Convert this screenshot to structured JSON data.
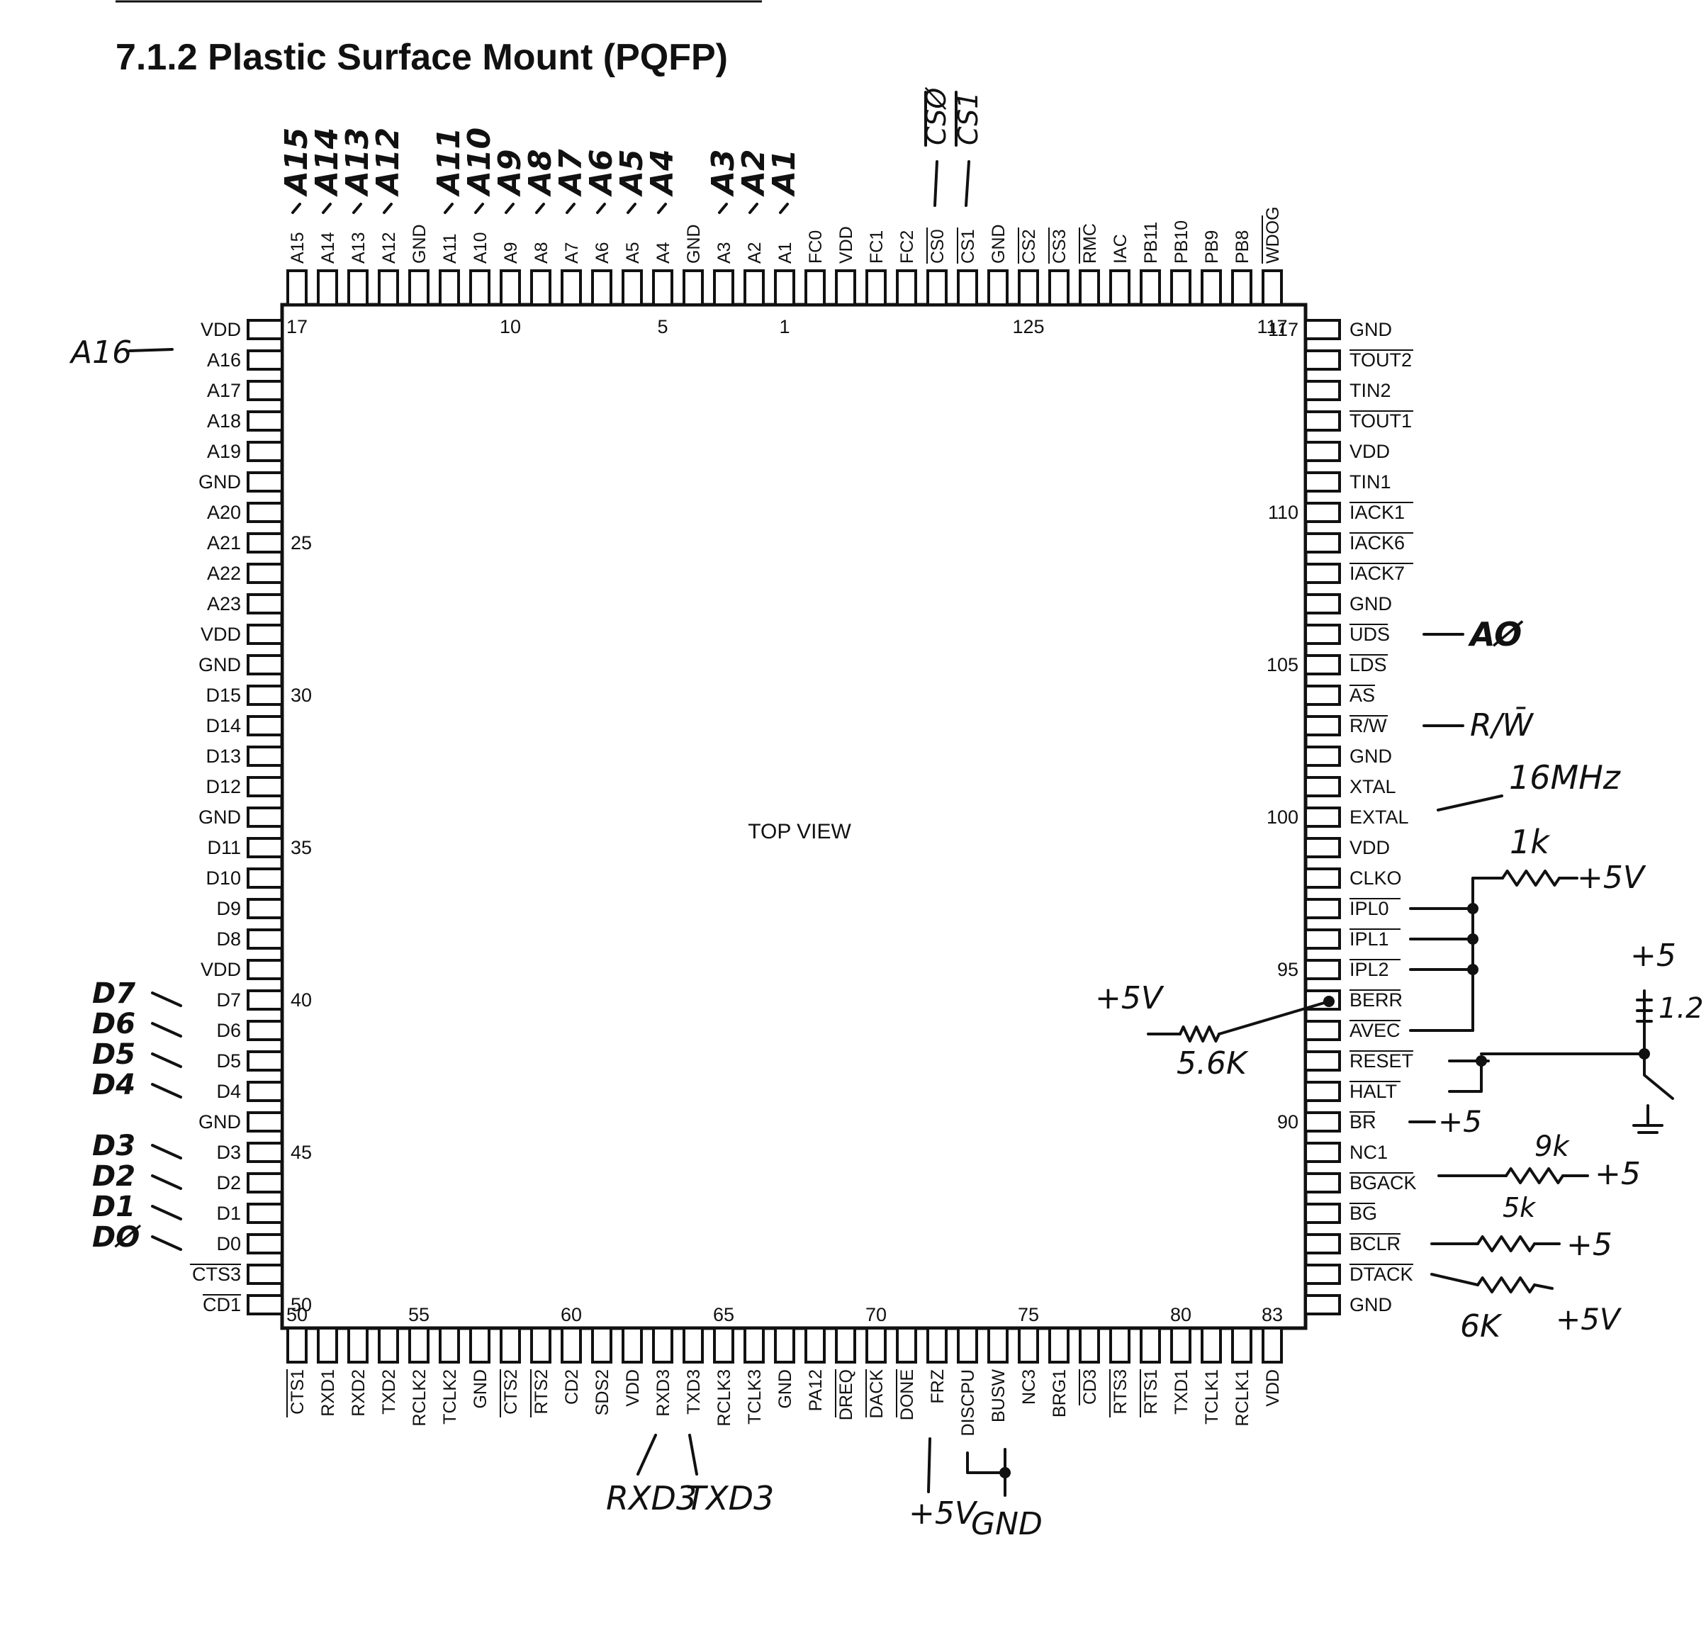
{
  "page": {
    "title": "7.1.2 Plastic Surface Mount (PQFP)",
    "center_label": "TOP VIEW"
  },
  "package": {
    "top_pins": [
      "A15",
      "A14",
      "A13",
      "A12",
      "GND",
      "A11",
      "A10",
      "A9",
      "A8",
      "A7",
      "A6",
      "A5",
      "A4",
      "GND",
      "A3",
      "A2",
      "A1",
      "FC0",
      "VDD",
      "FC1",
      "FC2",
      "CS0",
      "CS1",
      "GND",
      "CS2",
      "CS3",
      "RMC",
      "IAC",
      "PB11",
      "PB10",
      "PB9",
      "PB8",
      "WDOG"
    ],
    "top_overbar": [
      21,
      22,
      24,
      25,
      26,
      32
    ],
    "top_numbers": [
      {
        "pin": 0,
        "label": "17"
      },
      {
        "pin": 7,
        "label": "10"
      },
      {
        "pin": 12,
        "label": "5"
      },
      {
        "pin": 16,
        "label": "1"
      },
      {
        "pin": 24,
        "label": "125"
      },
      {
        "pin": 32,
        "label": "117"
      }
    ],
    "left_pins": [
      "VDD",
      "A16",
      "A17",
      "A18",
      "A19",
      "GND",
      "A20",
      "A21",
      "A22",
      "A23",
      "VDD",
      "GND",
      "D15",
      "D14",
      "D13",
      "D12",
      "GND",
      "D11",
      "D10",
      "D9",
      "D8",
      "VDD",
      "D7",
      "D6",
      "D5",
      "D4",
      "GND",
      "D3",
      "D2",
      "D1",
      "D0",
      "CTS3",
      "CD1"
    ],
    "left_overbar": [
      31,
      32
    ],
    "left_numbers": [
      {
        "pin": 7,
        "label": "25"
      },
      {
        "pin": 12,
        "label": "30"
      },
      {
        "pin": 17,
        "label": "35"
      },
      {
        "pin": 22,
        "label": "40"
      },
      {
        "pin": 27,
        "label": "45"
      },
      {
        "pin": 32,
        "label": "50"
      }
    ],
    "right_pins": [
      "GND",
      "TOUT2",
      "TIN2",
      "TOUT1",
      "VDD",
      "TIN1",
      "IACK1",
      "IACK6",
      "IACK7",
      "GND",
      "UDS",
      "LDS",
      "AS",
      "R/W",
      "GND",
      "XTAL",
      "EXTAL",
      "VDD",
      "CLKO",
      "IPL0",
      "IPL1",
      "IPL2",
      "BERR",
      "AVEC",
      "RESET",
      "HALT",
      "BR",
      "NC1",
      "BGACK",
      "BG",
      "BCLR",
      "DTACK",
      "GND"
    ],
    "right_overbar": [
      1,
      3,
      6,
      7,
      8,
      10,
      11,
      12,
      13,
      19,
      20,
      21,
      22,
      23,
      24,
      25,
      26,
      28,
      29,
      30,
      31
    ],
    "right_numbers": [
      {
        "pin": 0,
        "label": "117"
      },
      {
        "pin": 6,
        "label": "110"
      },
      {
        "pin": 11,
        "label": "105"
      },
      {
        "pin": 16,
        "label": "100"
      },
      {
        "pin": 21,
        "label": "95"
      },
      {
        "pin": 26,
        "label": "90"
      }
    ],
    "bottom_pins": [
      "CTS1",
      "RXD1",
      "RXD2",
      "TXD2",
      "RCLK2",
      "TCLK2",
      "GND",
      "CTS2",
      "RTS2",
      "CD2",
      "SDS2",
      "VDD",
      "RXD3",
      "TXD3",
      "RCLK3",
      "TCLK3",
      "GND",
      "PA12",
      "DREQ",
      "DACK",
      "DONE",
      "FRZ",
      "DISCPU",
      "BUSW",
      "NC3",
      "BRG1",
      "CD3",
      "RTS3",
      "RTS1",
      "TXD1",
      "TCLK1",
      "RCLK1",
      "VDD"
    ],
    "bottom_overbar": [
      0,
      7,
      8,
      18,
      19,
      20,
      26,
      27,
      28
    ],
    "bottom_numbers": [
      {
        "pin": 0,
        "label": "50"
      },
      {
        "pin": 4,
        "label": "55"
      },
      {
        "pin": 9,
        "label": "60"
      },
      {
        "pin": 14,
        "label": "65"
      },
      {
        "pin": 19,
        "label": "70"
      },
      {
        "pin": 24,
        "label": "75"
      },
      {
        "pin": 29,
        "label": "80"
      },
      {
        "pin": 32,
        "label": "83"
      }
    ]
  },
  "handwritten": {
    "top_labels": [
      "A15",
      "A14",
      "A13",
      "A12",
      "A11",
      "A10",
      "A9",
      "A8",
      "A7",
      "A6",
      "A5",
      "A4",
      "A3",
      "A2",
      "A1"
    ],
    "cs0": "CSØ",
    "cs1": "CS1",
    "a16": "A16",
    "data_labels": [
      "D7",
      "D6",
      "D5",
      "D4",
      "D3",
      "D2",
      "D1",
      "DØ"
    ],
    "a0": "AØ",
    "rw": "R/W̄",
    "mhz": "16MHz",
    "r1k": "1k",
    "plus5v_a": "+5V",
    "plus5v_berr": "+5V",
    "r56k": "5.6K",
    "plus5_reset": "+5",
    "r12": "1.2",
    "br_plus5": "+5",
    "r9k": "9k",
    "bgack_plus5": "+5",
    "r5k": "5k",
    "bclr_plus5": "+5",
    "plus5v_dtack": "+5V",
    "r6k": "6K",
    "rxd3": "RXD3",
    "txd3": "TXD3",
    "frz_plus5v": "+5V",
    "gnd": "GND"
  }
}
